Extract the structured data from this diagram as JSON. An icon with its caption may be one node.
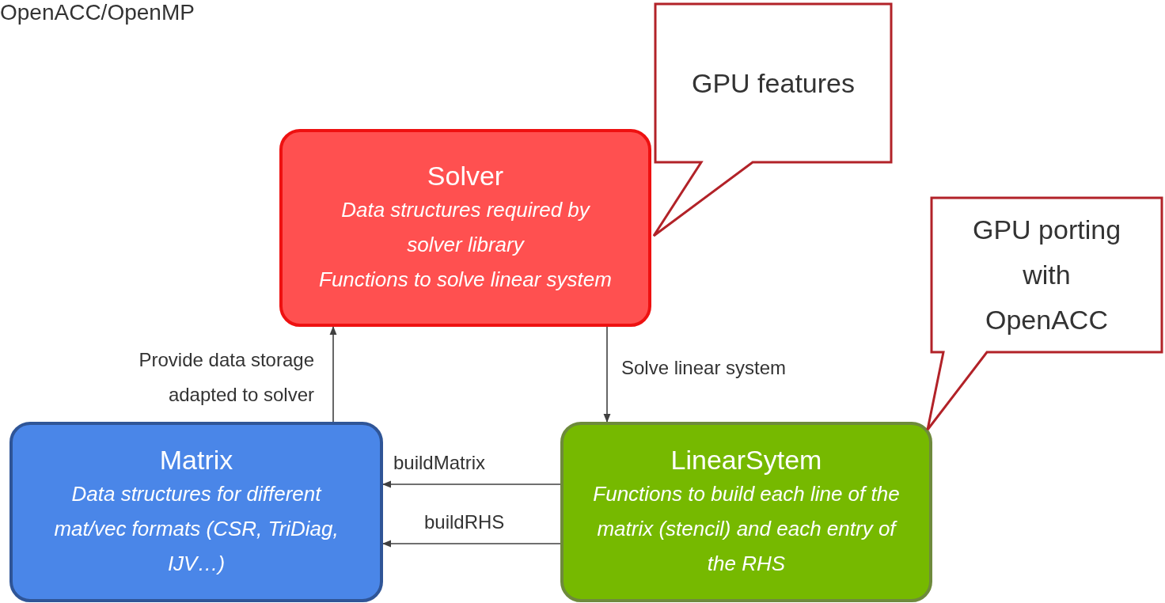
{
  "diagram": {
    "title": "OpenACC/OpenMP",
    "nodes": [
      {
        "text": [
          "Solver",
          "Data structures required by solver library",
          "Functions to solve linear system"
        ]
      },
      {
        "text": [
          "Matrix",
          "Data structures for different mat/vec formats (CSR, TriDiag, IJV…)"
        ]
      },
      {
        "text": [
          "LinearSytem",
          "Functions to build each line of the matrix (stencil) and each entry of the RHS"
        ]
      },
      {
        "text": [
          "GPU features"
        ]
      },
      {
        "text": [
          "GPU porting with OpenACC"
        ]
      }
    ],
    "edges": [
      {
        "from": 1,
        "to": 0,
        "arrow": "to",
        "label": "Provide data storage adapted to solver"
      },
      {
        "from": 0,
        "to": 2,
        "arrow": "to",
        "label": "Solve linear system"
      },
      {
        "from": 2,
        "to": 1,
        "arrow": "to",
        "label": "buildMatrix"
      },
      {
        "from": 2,
        "to": 1,
        "arrow": "to",
        "label": "buildRHS"
      }
    ]
  }
}
